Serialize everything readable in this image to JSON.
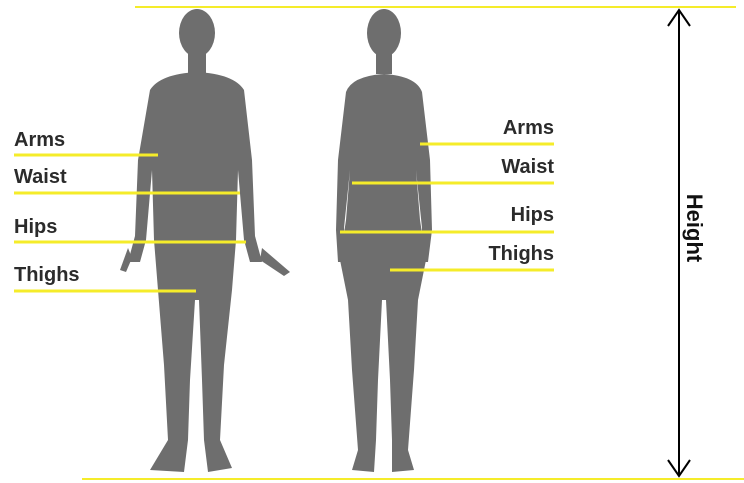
{
  "diagram": {
    "male_labels": {
      "arms": "Arms",
      "waist": "Waist",
      "hips": "Hips",
      "thighs": "Thighs"
    },
    "female_labels": {
      "arms": "Arms",
      "waist": "Waist",
      "hips": "Hips",
      "thighs": "Thighs"
    },
    "height_label": "Height",
    "colors": {
      "silhouette": "#6e6e6e",
      "guide_line": "#f5ec2a",
      "arrow": "#000000",
      "text": "#2b2b2b",
      "background": "#ffffff"
    }
  }
}
